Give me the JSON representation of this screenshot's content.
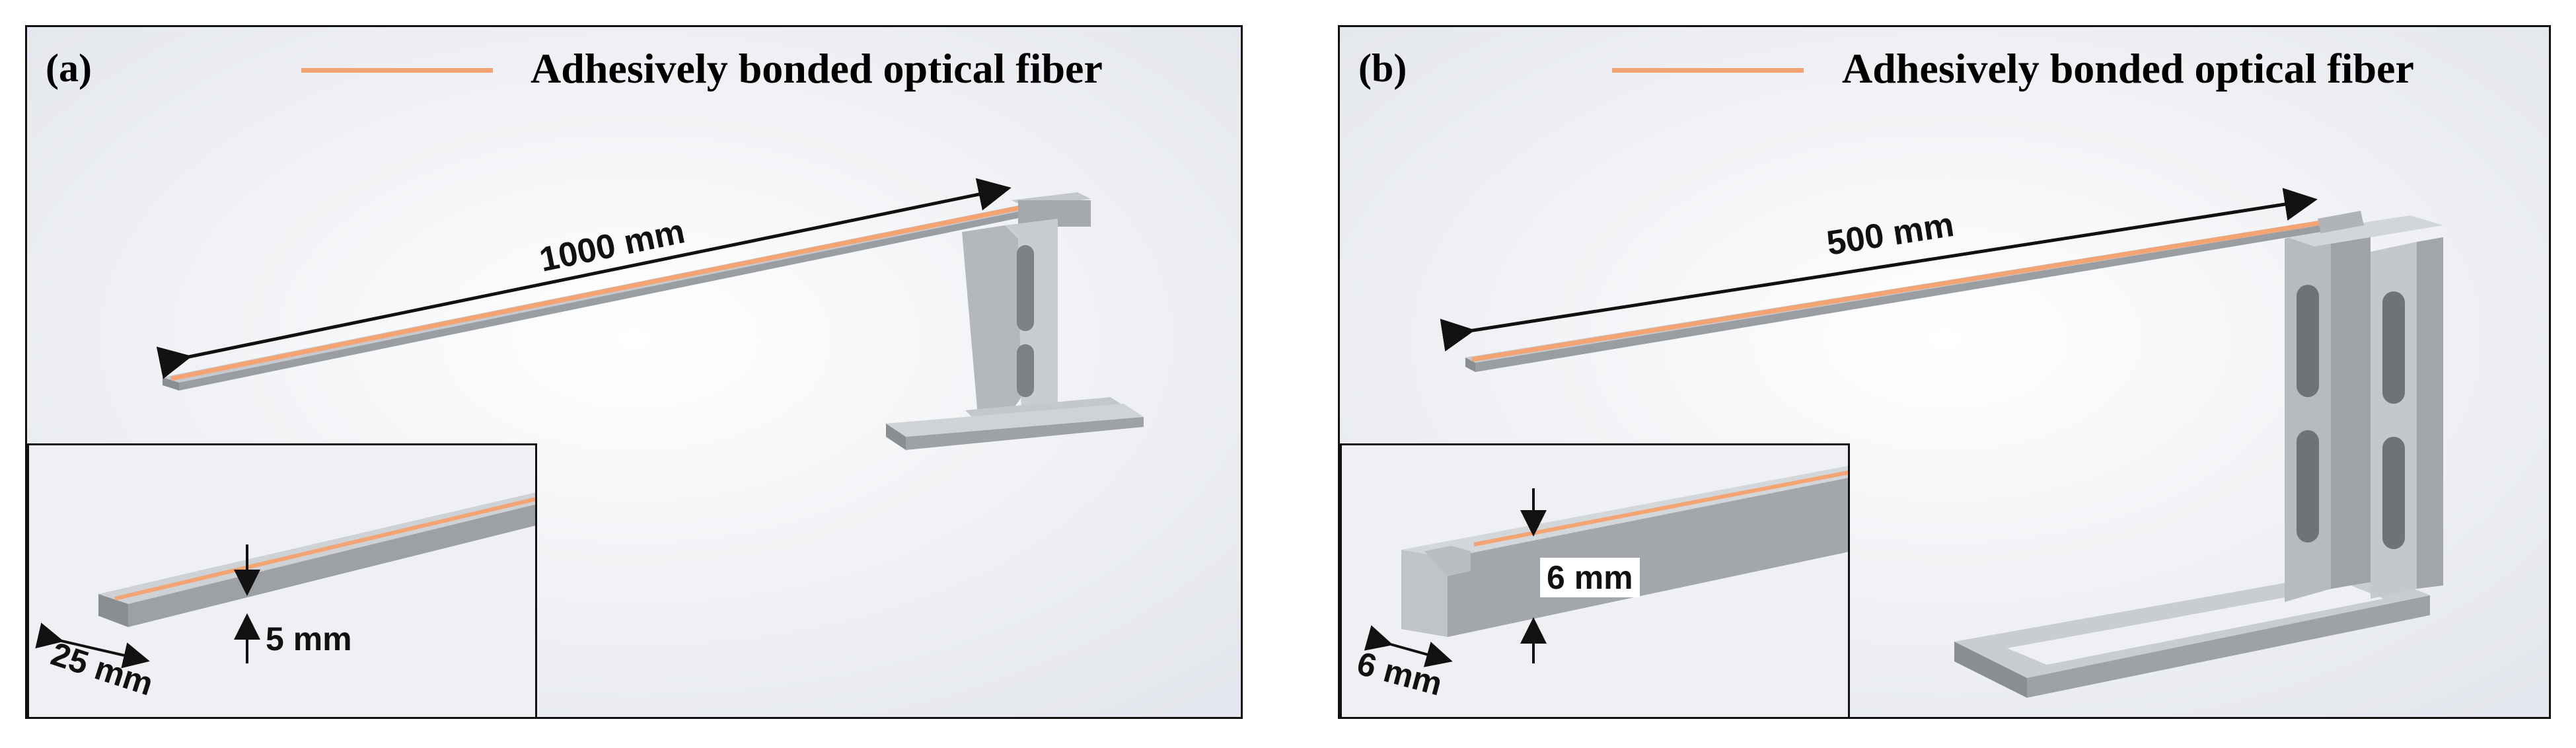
{
  "panels": [
    {
      "label": "(a)",
      "legend": "Adhesively bonded optical fiber",
      "length_dim": "1000 mm",
      "width_dim": "25 mm",
      "thickness_dim": "5 mm"
    },
    {
      "label": "(b)",
      "legend": "Adhesively bonded optical fiber",
      "length_dim": "500 mm",
      "width_dim": "6 mm",
      "thickness_dim": "6 mm"
    }
  ],
  "colors": {
    "fiber": "#f4a373",
    "metal": "#b9bcc0",
    "metal_dark": "#8f9397",
    "frame": "#111111"
  }
}
